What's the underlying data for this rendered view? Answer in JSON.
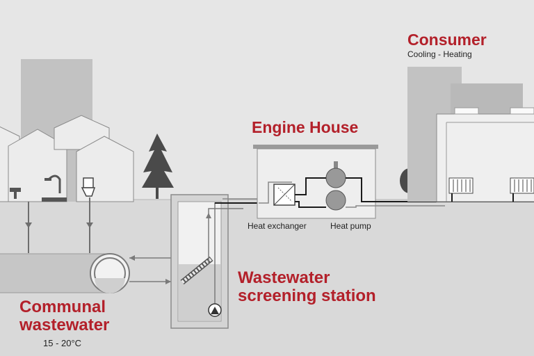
{
  "labels": {
    "consumer_title": "Consumer",
    "consumer_sub": "Cooling - Heating",
    "engine_house": "Engine House",
    "heat_exchanger": "Heat exchanger",
    "heat_pump": "Heat pump",
    "screening_line1": "Wastewater",
    "screening_line2": "screening station",
    "communal_line1": "Communal",
    "communal_line2": "wastewater",
    "temperature": "15 - 20°C"
  },
  "colors": {
    "accent_red": "#b3202a",
    "background": "#e6e6e6",
    "ground": "#d8d8d8",
    "building_gray": "#c4c4c4",
    "outline": "#8a8a8a",
    "pipe_dark": "#1a1a1a"
  }
}
